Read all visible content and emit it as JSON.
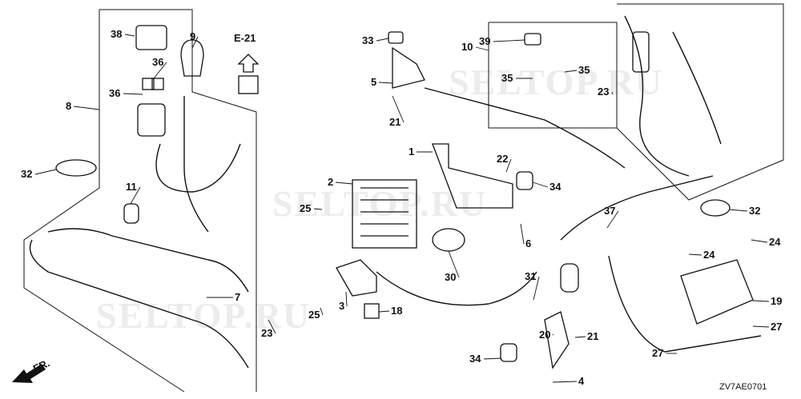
{
  "diagram": {
    "ref_section": "E-21",
    "front_marker": "FR.",
    "drawing_code": "ZV7AE0701",
    "watermark": "SELTOP.RU",
    "callouts": [
      "38",
      "9",
      "36",
      "36",
      "8",
      "32",
      "11",
      "7",
      "23",
      "33",
      "39",
      "10",
      "35",
      "35",
      "5",
      "21",
      "23",
      "1",
      "22",
      "2",
      "34",
      "25",
      "6",
      "37",
      "32",
      "24",
      "24",
      "30",
      "31",
      "3",
      "25",
      "18",
      "19",
      "20",
      "21",
      "27",
      "27",
      "34",
      "4"
    ]
  }
}
